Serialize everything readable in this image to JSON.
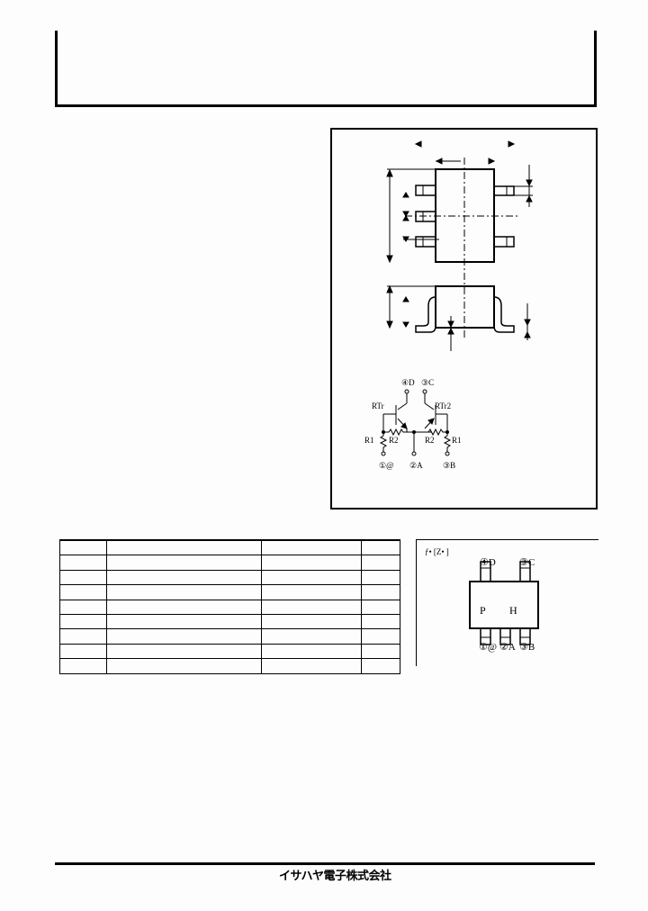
{
  "header": {
    "title": "",
    "part_number": "",
    "description": ""
  },
  "outline_drawing": {
    "title": "",
    "unit": "",
    "dimension_labels": []
  },
  "schematic": {
    "terminals": {
      "top_left": "④D",
      "top_right": "③C",
      "bottom_left": "①@",
      "bottom_center": "②A",
      "bottom_right": "③B"
    },
    "top_left_label": "④D",
    "top_right_label": "③C",
    "bottom_left_label": "①@",
    "bottom_center_label": "②A",
    "bottom_right_label": "③B",
    "transistor_1": "RTr",
    "transistor_2": "RTr2",
    "resistor_r1_left": "R1",
    "resistor_r2_left": "R2",
    "resistor_r2_right": "R2",
    "resistor_r1_right": "R1"
  },
  "ratings_table": {
    "headers": [
      "",
      "",
      "",
      ""
    ],
    "rows": [
      [
        "",
        "",
        "",
        ""
      ],
      [
        "",
        "",
        "",
        ""
      ],
      [
        "",
        "",
        "",
        ""
      ],
      [
        "",
        "",
        "",
        ""
      ],
      [
        "",
        "",
        "",
        ""
      ],
      [
        "",
        "",
        "",
        ""
      ],
      [
        "",
        "",
        "",
        ""
      ],
      [
        "",
        "",
        "",
        ""
      ]
    ]
  },
  "marking": {
    "title": "マーキング",
    "title_display": "ƒ• [Ζ• ]",
    "pin_top_left": "④D",
    "pin_top_right": "③C",
    "pin_bottom_left": "①@",
    "pin_bottom_center": "②A",
    "pin_bottom_right": "③B",
    "mark_left": "P",
    "mark_right": "H"
  },
  "footer": {
    "company": "イサハヤ電子株式会社"
  }
}
